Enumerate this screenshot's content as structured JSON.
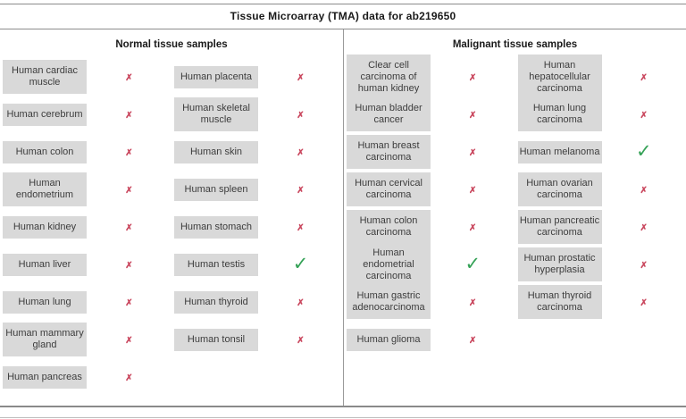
{
  "title": "Tissue Microarray (TMA) data for ab219650",
  "marks": {
    "negative": "✗",
    "positive": "✓"
  },
  "colors": {
    "cell_background": "#d9d9d9",
    "negative_mark": "#c9455c",
    "positive_mark": "#35a257"
  },
  "sections": [
    {
      "header": "Normal tissue samples",
      "columns": [
        {
          "items": [
            {
              "label": "Human cardiac muscle",
              "result": "negative"
            },
            {
              "label": "Human cerebrum",
              "result": "negative"
            },
            {
              "label": "Human colon",
              "result": "negative"
            },
            {
              "label": "Human endometrium",
              "result": "negative"
            },
            {
              "label": "Human kidney",
              "result": "negative"
            },
            {
              "label": "Human liver",
              "result": "negative"
            },
            {
              "label": "Human lung",
              "result": "negative"
            },
            {
              "label": "Human mammary gland",
              "result": "negative"
            },
            {
              "label": "Human pancreas",
              "result": "negative"
            }
          ]
        },
        {
          "items": [
            {
              "label": "Human placenta",
              "result": "negative"
            },
            {
              "label": "Human skeletal muscle",
              "result": "negative"
            },
            {
              "label": "Human skin",
              "result": "negative"
            },
            {
              "label": "Human spleen",
              "result": "negative"
            },
            {
              "label": "Human stomach",
              "result": "negative"
            },
            {
              "label": "Human testis",
              "result": "positive"
            },
            {
              "label": "Human thyroid",
              "result": "negative"
            },
            {
              "label": "Human tonsil",
              "result": "negative"
            }
          ]
        }
      ]
    },
    {
      "header": "Malignant tissue samples",
      "columns": [
        {
          "items": [
            {
              "label": "Clear cell carcinoma of human kidney",
              "result": "negative"
            },
            {
              "label": "Human bladder cancer",
              "result": "negative"
            },
            {
              "label": "Human breast carcinoma",
              "result": "negative"
            },
            {
              "label": "Human cervical carcinoma",
              "result": "negative"
            },
            {
              "label": "Human colon carcinoma",
              "result": "negative"
            },
            {
              "label": "Human endometrial carcinoma",
              "result": "positive"
            },
            {
              "label": "Human gastric adenocarcinoma",
              "result": "negative"
            },
            {
              "label": "Human glioma",
              "result": "negative"
            }
          ]
        },
        {
          "items": [
            {
              "label": "Human hepatocellular carcinoma",
              "result": "negative"
            },
            {
              "label": "Human lung carcinoma",
              "result": "negative"
            },
            {
              "label": "Human melanoma",
              "result": "positive"
            },
            {
              "label": "Human ovarian carcinoma",
              "result": "negative"
            },
            {
              "label": "Human pancreatic carcinoma",
              "result": "negative"
            },
            {
              "label": "Human prostatic hyperplasia",
              "result": "negative"
            },
            {
              "label": "Human thyroid carcinoma",
              "result": "negative"
            }
          ]
        }
      ]
    }
  ]
}
